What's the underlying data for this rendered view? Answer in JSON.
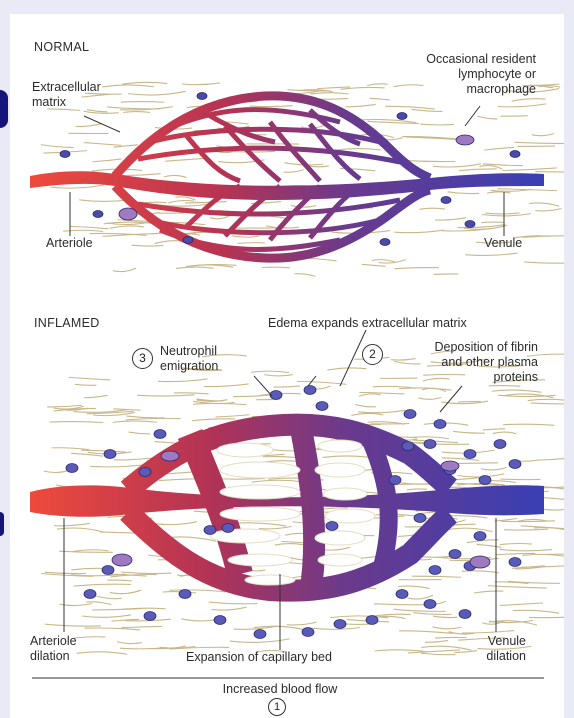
{
  "normal": {
    "heading": "NORMAL",
    "extracellular_matrix": [
      "Extracellular",
      "matrix"
    ],
    "resident_cells": [
      "Occasional resident",
      "lymphocyte or",
      "macrophage"
    ],
    "arteriole": "Arteriole",
    "venule": "Venule"
  },
  "inflamed": {
    "heading": "INFLAMED",
    "edema": "Edema expands extracellular matrix",
    "step3_number": "3",
    "neutrophil": [
      "Neutrophil",
      "emigration"
    ],
    "step2_number": "2",
    "fibrin": [
      "Deposition of fibrin",
      "and other plasma",
      "proteins"
    ],
    "arteriole_dilation": [
      "Arteriole",
      "dilation"
    ],
    "capillary_bed": "Expansion of capillary bed",
    "venule_dilation": [
      "Venule",
      "dilation"
    ],
    "blood_flow": "Increased blood flow",
    "step1_number": "1"
  },
  "colors": {
    "arterial": "#e8453a",
    "venous": "#3a3fb0",
    "matrix_fiber": "#c8b78a",
    "cell_nucleus": "#4a4aa8",
    "macrophage": "#a07ac0"
  }
}
